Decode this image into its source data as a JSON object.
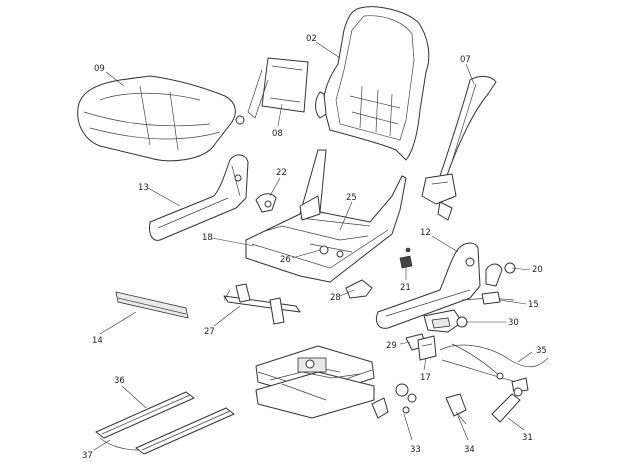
{
  "diagram": {
    "labels": [
      "02",
      "07",
      "08",
      "09",
      "12",
      "13",
      "14",
      "15",
      "17",
      "18",
      "20",
      "21",
      "22",
      "25",
      "26",
      "27",
      "28",
      "29",
      "30",
      "31",
      "33",
      "34",
      "35",
      "36",
      "37"
    ]
  }
}
